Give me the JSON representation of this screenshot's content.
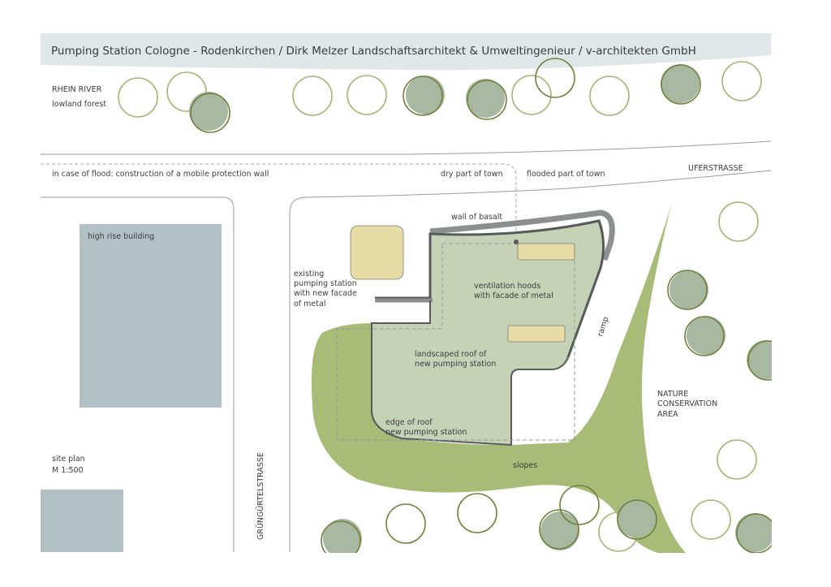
{
  "title": "Pumping Station Cologne - Rodenkirchen / Dirk Melzer Landschaftsarchitekt & Umweltingenieur / v-architekten GmbH",
  "labels": {
    "rhein_river": "RHEIN RIVER",
    "lowland_forest": "lowland forest",
    "flood_note": "in case of flood: construction of a mobile protection wall",
    "dry_part": "dry part of town",
    "flooded_part": "flooded part of town",
    "uferstrasse": "UFERSTRASSE",
    "high_rise": "high rise building",
    "wall_basalt": "wall of basalt",
    "existing_station": [
      "existing",
      "pumping station",
      "with new facade",
      "of metal"
    ],
    "ventilation": [
      "ventilation hoods",
      "with facade of metal"
    ],
    "ramp": "ramp",
    "landscaped_roof": [
      "landscaped roof of",
      "new pumping station"
    ],
    "nature_area": [
      "NATURE",
      "CONSERVATION",
      "AREA"
    ],
    "edge_roof": [
      "edge of roof",
      "new pumping station"
    ],
    "slopes": "slopes",
    "site_plan": [
      "site plan",
      "M 1:500"
    ],
    "gruenguertel": "GRÜNGÜRTELSTRASSE"
  },
  "colors": {
    "title_band": "#dfe7e9",
    "building": "#b2c1c3",
    "slopes": "#a8bb77",
    "roof": "#c6d2b6",
    "hood": "#e7dca6",
    "wall": "#58595b",
    "wall_outer": "#8c8e90",
    "tree_line": "#a3b475",
    "tree_line_dark": "#6f7f3a",
    "tree_fill": "#a8b7a0"
  }
}
